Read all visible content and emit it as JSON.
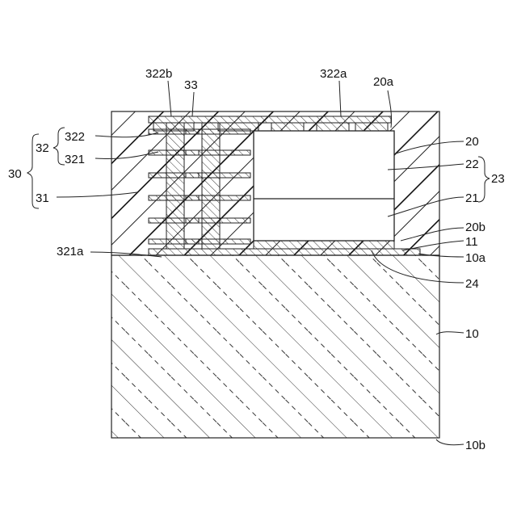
{
  "figure": {
    "labels": {
      "l322b": "322b",
      "l33": "33",
      "l322a": "322a",
      "l20a": "20a",
      "l32": "32",
      "l322": "322",
      "l321": "321",
      "l30": "30",
      "l31": "31",
      "l20": "20",
      "l22": "22",
      "l23": "23",
      "l21": "21",
      "l20b": "20b",
      "l11": "11",
      "l321a": "321a",
      "l10a": "10a",
      "l24": "24",
      "l10": "10",
      "l10b": "10b"
    }
  }
}
